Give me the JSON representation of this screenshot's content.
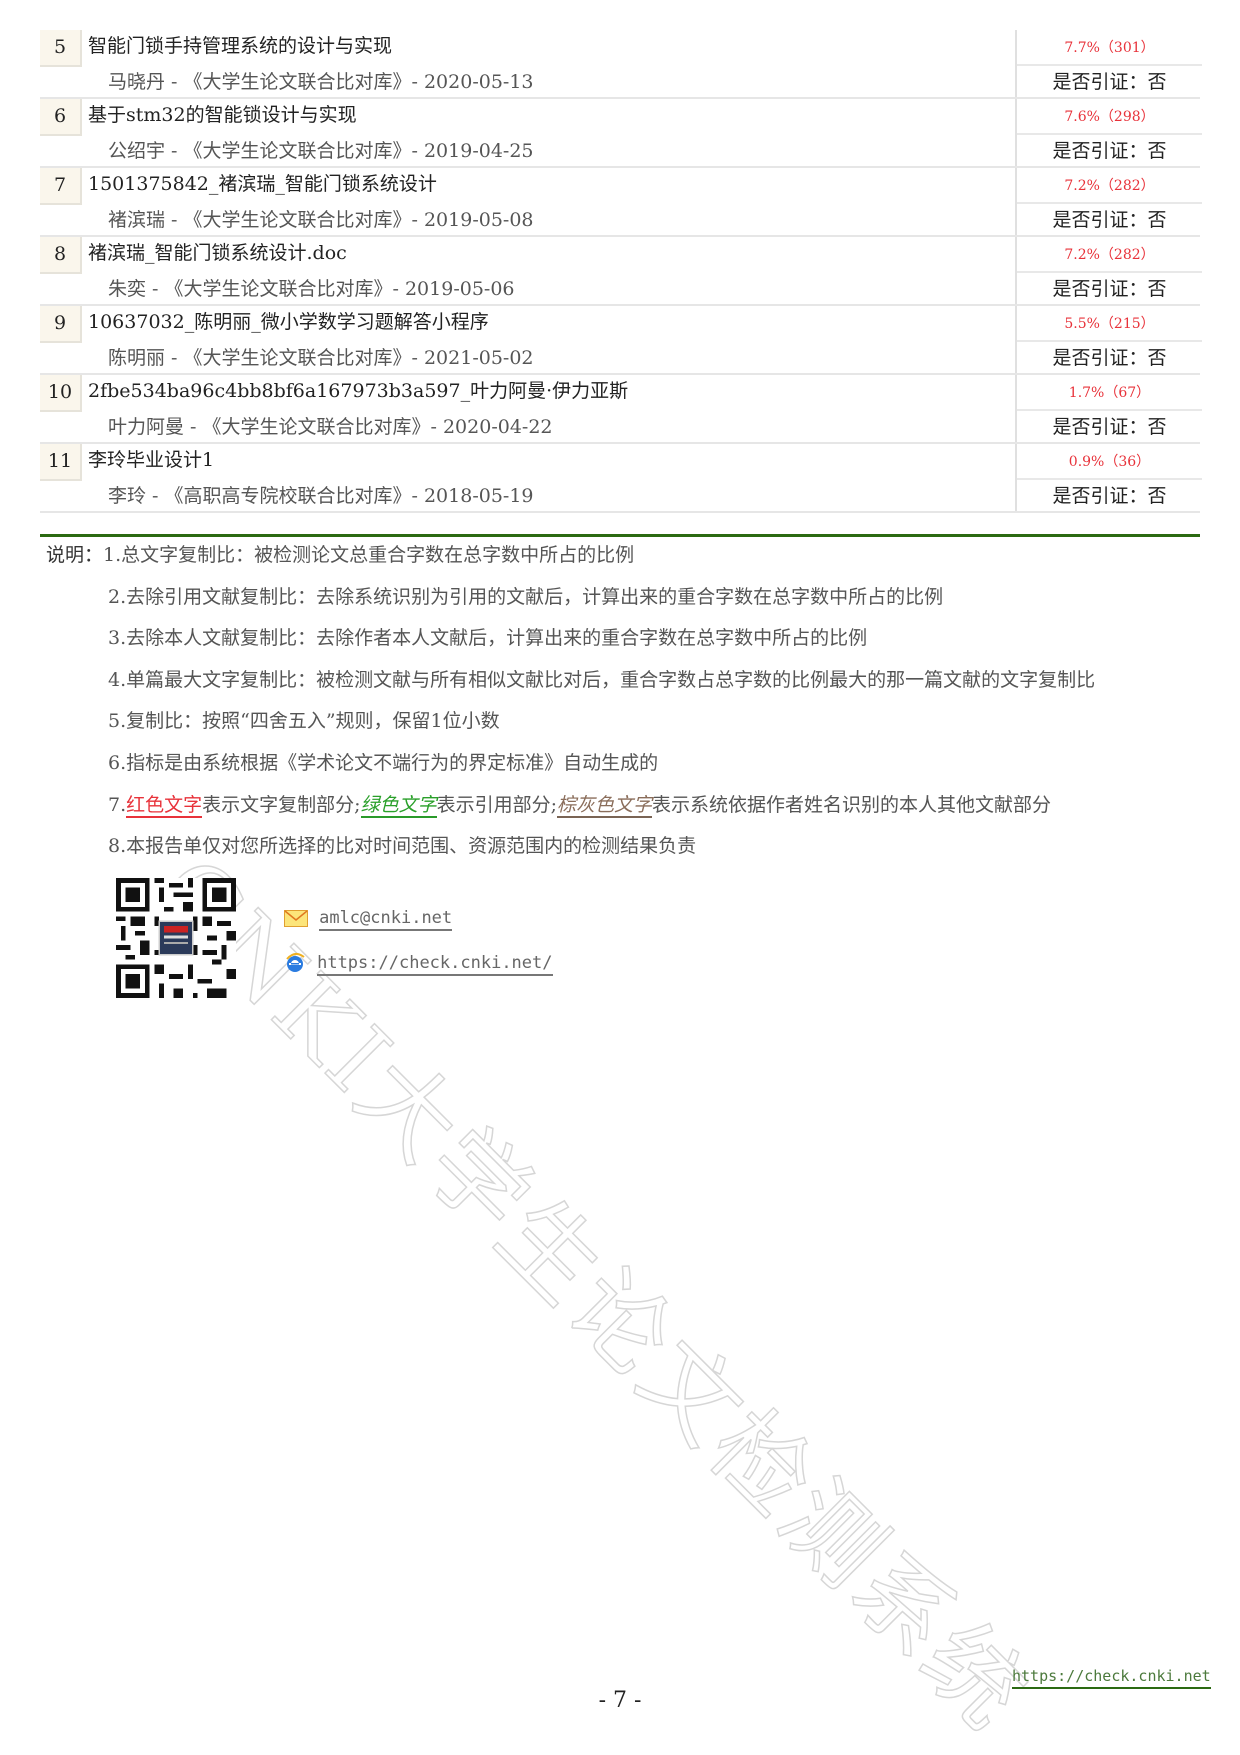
{
  "results": [
    {
      "num": "5",
      "title": "智能门锁手持管理系统的设计与实现",
      "meta": "马晓丹 - 《大学生论文联合比对库》- 2020-05-13",
      "pct": "7.7%（301）",
      "cite": "是否引证：否"
    },
    {
      "num": "6",
      "title": "基于stm32的智能锁设计与实现",
      "meta": "公绍宇 - 《大学生论文联合比对库》- 2019-04-25",
      "pct": "7.6%（298）",
      "cite": "是否引证：否"
    },
    {
      "num": "7",
      "title": "1501375842_褚滨瑞_智能门锁系统设计",
      "meta": "褚滨瑞 - 《大学生论文联合比对库》- 2019-05-08",
      "pct": "7.2%（282）",
      "cite": "是否引证：否"
    },
    {
      "num": "8",
      "title": "褚滨瑞_智能门锁系统设计.doc",
      "meta": "朱奕 - 《大学生论文联合比对库》- 2019-05-06",
      "pct": "7.2%（282）",
      "cite": "是否引证：否"
    },
    {
      "num": "9",
      "title": "10637032_陈明丽_微小学数学习题解答小程序",
      "meta": "陈明丽 - 《大学生论文联合比对库》- 2021-05-02",
      "pct": "5.5%（215）",
      "cite": "是否引证：否"
    },
    {
      "num": "10",
      "title": "2fbe534ba96c4bb8bf6a167973b3a597_叶力阿曼·伊力亚斯",
      "meta": "叶力阿曼 - 《大学生论文联合比对库》- 2020-04-22",
      "pct": "1.7%（67）",
      "cite": "是否引证：否"
    },
    {
      "num": "11",
      "title": "李玲毕业设计1",
      "meta": "李玲 - 《高职高专院校联合比对库》- 2018-05-19",
      "pct": "0.9%（36）",
      "cite": "是否引证：否"
    }
  ],
  "notes": {
    "label": "说明：",
    "items": [
      "1.总文字复制比：被检测论文总重合字数在总字数中所占的比例",
      "2.去除引用文献复制比：去除系统识别为引用的文献后，计算出来的重合字数在总字数中所占的比例",
      "3.去除本人文献复制比：去除作者本人文献后，计算出来的重合字数在总字数中所占的比例",
      "4.单篇最大文字复制比：被检测文献与所有相似文献比对后，重合字数占总字数的比例最大的那一篇文献的文字复制比",
      "5.复制比：按照“四舍五入”规则，保留1位小数",
      "6.指标是由系统根据《学术论文不端行为的界定标准》自动生成的"
    ],
    "item7": {
      "prefix": "7.",
      "red": "红色文字",
      "red_desc": "表示文字复制部分;",
      "green": "绿色文字",
      "green_desc": "表示引用部分;",
      "brown": "棕灰色文字",
      "brown_desc": "表示系统依据作者姓名识别的本人其他文献部分"
    },
    "item8": "8.本报告单仅对您所选择的比对时间范围、资源范围内的检测结果负责"
  },
  "contact": {
    "email": "amlc@cnki.net",
    "website": "https://check.cnki.net/"
  },
  "footer": {
    "link": "https://check.cnki.net",
    "page": "- 7 -"
  },
  "watermark": "CNKI大学生论文检测系统",
  "colors": {
    "red": "#e8323a",
    "green": "#2aa02a",
    "brown": "#8a6d5a",
    "rule_green": "#2b6a12"
  }
}
